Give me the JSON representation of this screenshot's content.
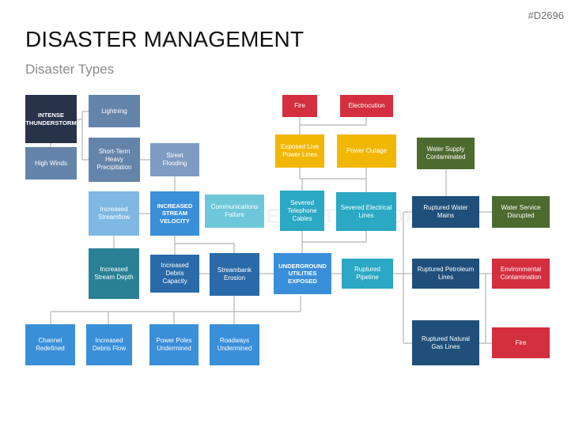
{
  "header": {
    "code": "#D2696",
    "title": "DISASTER MANAGEMENT",
    "subtitle": "Disaster Types"
  },
  "watermark": "PRESENTATIONLOAD",
  "colors": {
    "dark_navy": "#28334a",
    "slate": "#6584aa",
    "light_slate": "#7f9bc2",
    "sky": "#7fb8e3",
    "blue": "#3a8fd9",
    "steel": "#2a6aa8",
    "teal": "#2a8195",
    "light_teal": "#6ec7d9",
    "cyan": "#2aa8c4",
    "yellow": "#f2b705",
    "red": "#d32f3e",
    "dark_blue": "#1f4f7a",
    "olive": "#4d6a2f",
    "line": "#b5b5b5"
  },
  "nodes": {
    "intense_thunderstorm": "INTENSE THUNDERSTORM",
    "high_winds": "High Winds",
    "lightning": "Lightning",
    "short_term_heavy_precipitation": "Short-Term Heavy Precipitation",
    "street_flooding": "Street Flooding",
    "increased_streamflow": "Increased Streamflow",
    "increased_stream_velocity": "INCREASED STREAM VELOCITY",
    "increased_stream_depth": "Increased Stream Depth",
    "increased_debris_capacity": "Increased Debris Capacity",
    "streambank_erosion": "Streambank Erosion",
    "communications_failure": "Communications Failure",
    "channel_redefined": "Channel Redefined",
    "increased_debris_flow": "Increased Debris Flow",
    "power_poles_undermined": "Power Poles Undermined",
    "roadways_undermined": "Roadways Undermined",
    "fire_top": "Fire",
    "electrocution": "Electrocution",
    "exposed_live_power_lines": "Exposed Live Power Lines",
    "power_outage": "Power Outage",
    "severed_telephone_cables": "Severed Telephone Cables",
    "severed_electrical_lines": "Severed Electrical Lines",
    "underground_utilities_exposed": "UNDERGROUND UTILITIES EXPOSED",
    "ruptured_pipeline": "Ruptured Pipeline",
    "water_supply_contaminated": "Water Supply Contaminated",
    "ruptured_water_mains": "Ruptured Water Mains",
    "water_service_disrupted": "Water Service Disrupted",
    "ruptured_petroleum_lines": "Ruptured Petroleum Lines",
    "environmental_contamination": "Environmental Contamination",
    "ruptured_natural_gas_lines": "Ruptured Natural Gas Lines",
    "fire_bottom": "Fire"
  }
}
